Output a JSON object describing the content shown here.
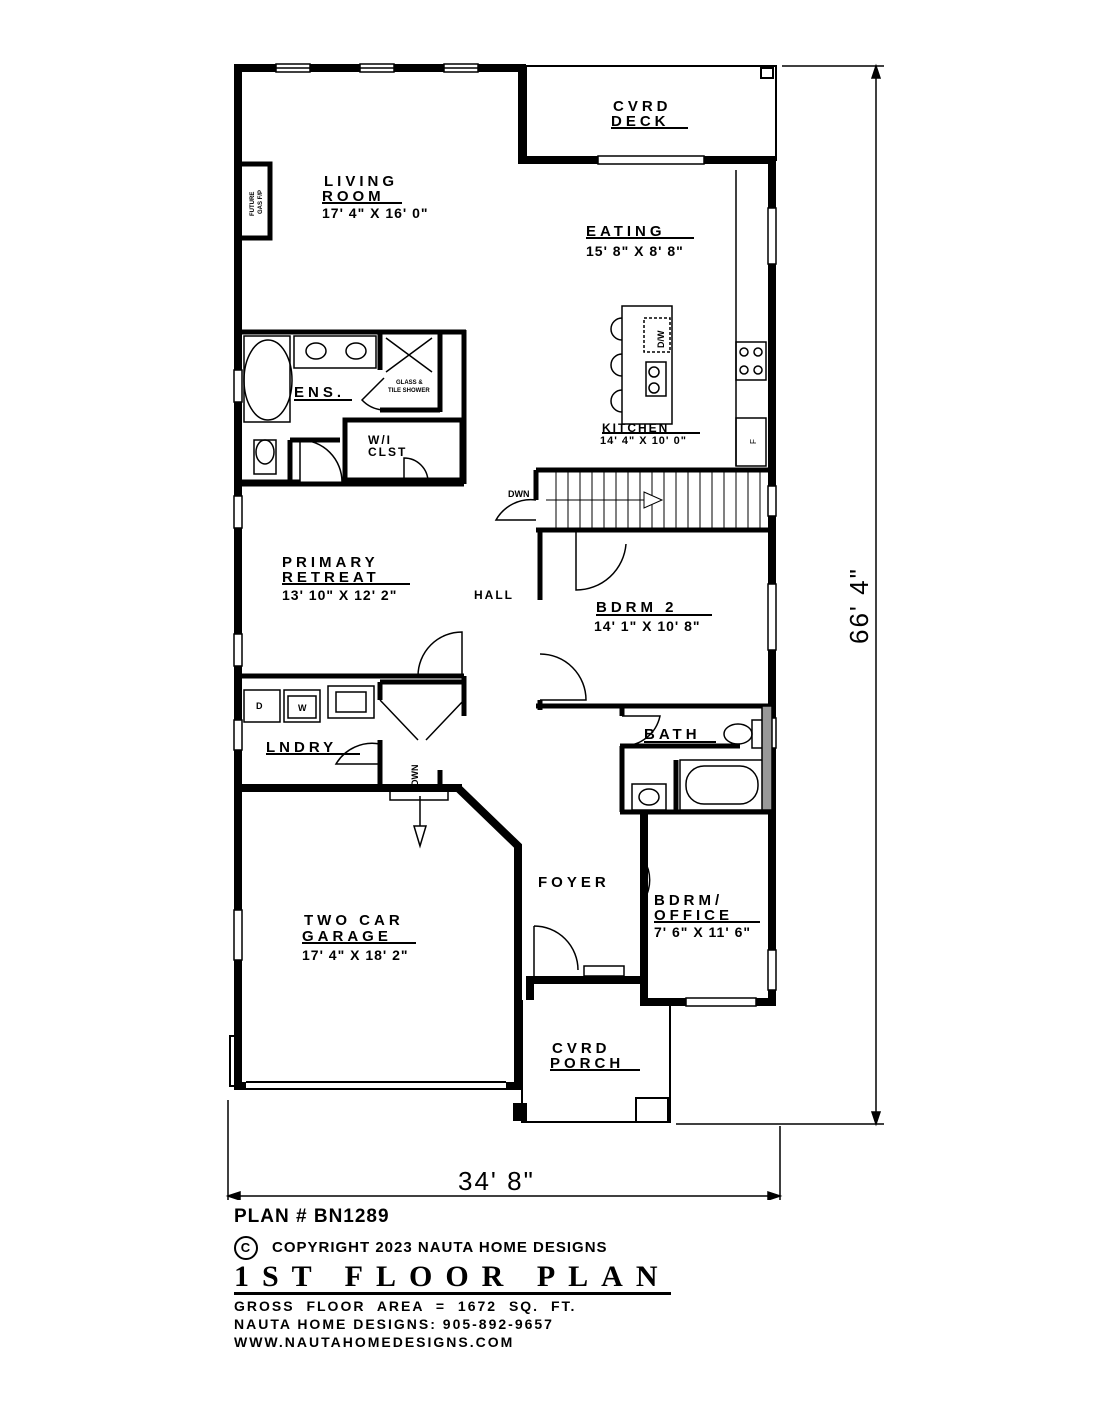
{
  "rooms": {
    "cvrd_deck": {
      "line1": "CVRD",
      "line2": "DECK"
    },
    "living": {
      "line1": "LIVING",
      "line2": "ROOM",
      "size": "17' 4\" X 16' 0\""
    },
    "fireplace": {
      "line1": "FUTURE",
      "line2": "GAS F/P"
    },
    "eating": {
      "name": "EATING",
      "size": "15' 8\" X 8' 8\""
    },
    "kitchen": {
      "name": "KITCHEN",
      "size": "14' 4\" X 10' 0\""
    },
    "dw": "D/W",
    "fridge": "F",
    "ens": "ENS.",
    "shower": {
      "line1": "GLASS &",
      "line2": "TILE SHOWER"
    },
    "wi_closet": {
      "line1": "W/I",
      "line2": "CLST"
    },
    "stair_dwn": "DWN",
    "primary": {
      "line1": "PRIMARY",
      "line2": "RETREAT",
      "size": "13' 10\" X 12' 2\""
    },
    "hall": "HALL",
    "bdrm2": {
      "name": "BDRM 2",
      "size": "14' 1\" X 10' 8\""
    },
    "lndry": "LNDRY",
    "dryer": "D",
    "washer": "W",
    "garage_dwn": "DWN",
    "bath": "BATH",
    "garage": {
      "line1": "TWO CAR",
      "line2": "GARAGE",
      "size": "17' 4\" X 18' 2\""
    },
    "foyer": "FOYER",
    "office": {
      "line1": "BDRM/",
      "line2": "OFFICE",
      "size": "7' 6\" X 11' 6\""
    },
    "porch": {
      "line1": "CVRD",
      "line2": "PORCH"
    }
  },
  "dimensions": {
    "width": "34' 8\"",
    "height": "66' 4\""
  },
  "footer": {
    "plan_number": "PLAN # BN1289",
    "copyright_symbol": "C",
    "copyright": "COPYRIGHT 2023 NAUTA HOME DESIGNS",
    "title": "1ST FLOOR PLAN",
    "gross_area": "GROSS FLOOR AREA = 1672 SQ. FT.",
    "phone": "NAUTA HOME DESIGNS: 905-892-9657",
    "website": "WWW.NAUTAHOMEDESIGNS.COM"
  }
}
